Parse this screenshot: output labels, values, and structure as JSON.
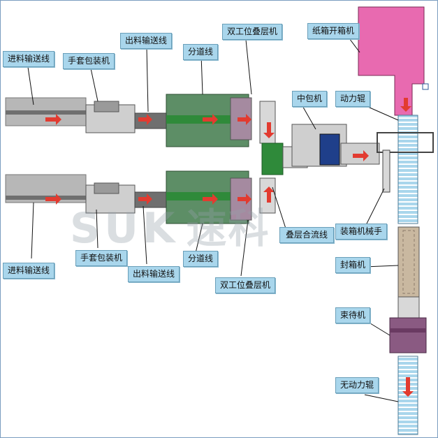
{
  "labels": {
    "infeed_top": "进料输送线",
    "glove_pack_top": "手套包装机",
    "outfeed_top": "出料输送线",
    "divider_top": "分道线",
    "stacker_top": "双工位叠层机",
    "carton_erector": "纸箱开箱机",
    "mid_packer": "中包机",
    "powered_roller": "动力辊",
    "infeed_bottom": "进料输送线",
    "glove_pack_bottom": "手套包装机",
    "outfeed_bottom": "出料输送线",
    "divider_bottom": "分道线",
    "stacker_bottom": "双工位叠层机",
    "merge_line": "叠层合流线",
    "case_packer_robot": "装箱机械手",
    "case_sealer": "封箱机",
    "strapping_machine": "束待机",
    "unpowered_roller": "无动力辊"
  },
  "watermark": {
    "latin": "SUK",
    "cn": "速科"
  },
  "colors": {
    "callout_fill": "#a9d6ec",
    "callout_border": "#6a9fb9",
    "conveyor": "#7a7a7a",
    "machine_green": "#5d8e66",
    "belt_green": "#2f8a3a",
    "arrow_red": "#e23b30",
    "erector_pink": "#e86ab0",
    "roller_blue": "#a9d6ec",
    "sealer_purple": "#8a5a82"
  }
}
